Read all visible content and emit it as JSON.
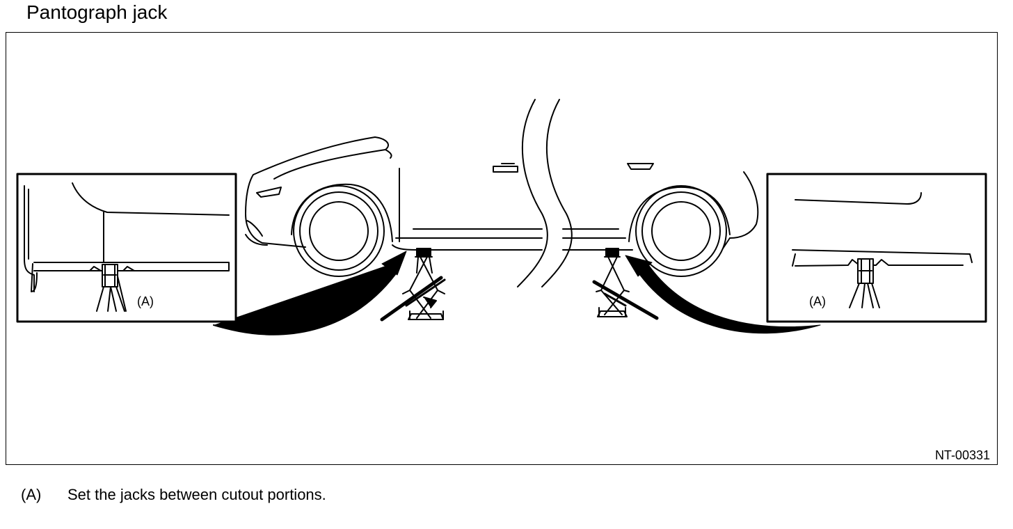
{
  "title": "Pantograph jack",
  "figure": {
    "code": "NT-00331",
    "callout_left": "(A)",
    "callout_right": "(A)"
  },
  "legend": [
    {
      "key": "(A)",
      "text": "Set the jacks between cutout portions."
    }
  ]
}
